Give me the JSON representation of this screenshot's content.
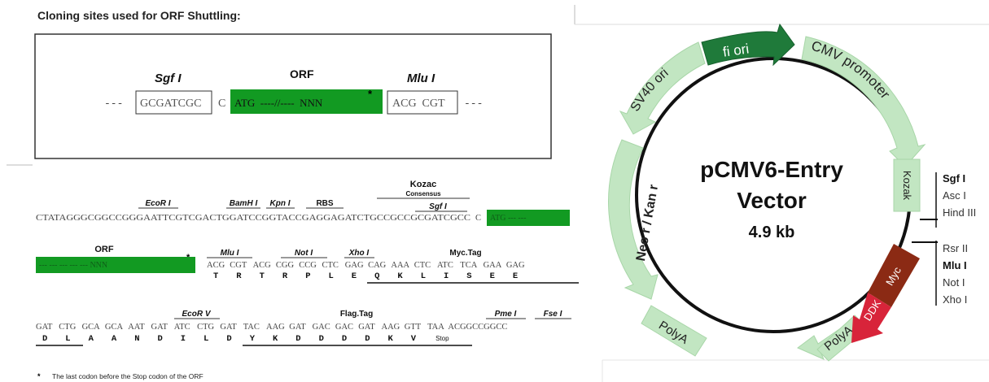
{
  "title": "Cloning sites used for ORF Shuttling:",
  "top_box": {
    "dashes_left": "---",
    "sgf_label": "Sgf I",
    "sgf_seq": "GCGATCGC",
    "c_base": "C",
    "orf_label": "ORF",
    "orf_seq": "ATG  ----//----  NNN",
    "orf_star": "*",
    "mlu_label": "Mlu I",
    "mlu_seq": "ACG  CGT",
    "dashes_right": "---"
  },
  "seq1": {
    "kozac": "Kozac",
    "consensus": "Consensus",
    "ecor1": "EcoR I",
    "bamh1": "BamH I",
    "kpn1": "Kpn I",
    "rbs": "RBS",
    "sgf1": "Sgf I",
    "seq": "CTATAGGGCGGCCGGGAATTCGTCGACTGGATCCGGTACCGAGGAGATCTGCCGCCGCGATCGCC",
    "c_base": "C",
    "green_text": "ATG --- ---"
  },
  "seq2": {
    "orf": "ORF",
    "star": "*",
    "green_text": "--- --- --- --- --- NNN",
    "mlu": "Mlu I",
    "not1": "Not I",
    "xho1": "Xho I",
    "myc": "Myc.Tag",
    "codons": [
      "ACG",
      "CGT",
      "ACG",
      "CGG",
      "CCG",
      "CTC",
      "GAG",
      "CAG",
      "AAA",
      "CTC",
      "ATC",
      "TCA",
      "GAA",
      "GAG"
    ],
    "aas": [
      "T",
      "R",
      "T",
      "R",
      "P",
      "L",
      "E",
      "Q",
      "K",
      "L",
      "I",
      "S",
      "E",
      "E"
    ]
  },
  "seq3": {
    "ecorv": "EcoR V",
    "flag": "Flag.Tag",
    "pme": "Pme I",
    "fse": "Fse I",
    "codons": [
      "GAT",
      "CTG",
      "GCA",
      "GCA",
      "AAT",
      "GAT",
      "ATC",
      "CTG",
      "GAT",
      "TAC",
      "AAG",
      "GAT",
      "GAC",
      "GAC",
      "GAT",
      "AAG",
      "GTT",
      "TAA"
    ],
    "tail": "ACGGCCGGCC",
    "aas": [
      "D",
      "L",
      "A",
      "A",
      "N",
      "D",
      "I",
      "L",
      "D",
      "Y",
      "K",
      "D",
      "D",
      "D",
      "D",
      "K",
      "V"
    ],
    "stop": "Stop"
  },
  "footnote_star": "*",
  "footnote": "The last codon before the Stop codon of the ORF",
  "plasmid": {
    "name_line1": "pCMV6-Entry",
    "name_line2": "Vector",
    "size": "4.9 kb",
    "features": {
      "fi_ori": "fi ori",
      "cmv": "CMV promoter",
      "kozak": "Kozak",
      "sv40": "SV40 ori",
      "neo": "Neo r / Kan r",
      "polya_left": "PolyA",
      "polya_right": "PolyA",
      "ddk": "DDK",
      "myc": "Myc"
    },
    "sites_group1": [
      "Sgf I",
      "Asc I",
      "Hind III"
    ],
    "sites_group2": [
      "Rsr II",
      "Mlu I",
      "Not I",
      "Xho I"
    ],
    "colors": {
      "light_green": "#c2e6c2",
      "dark_green": "#1f7a3a",
      "red": "#d8243a",
      "brown": "#8b2a14",
      "orf_green": "#129a22"
    }
  }
}
